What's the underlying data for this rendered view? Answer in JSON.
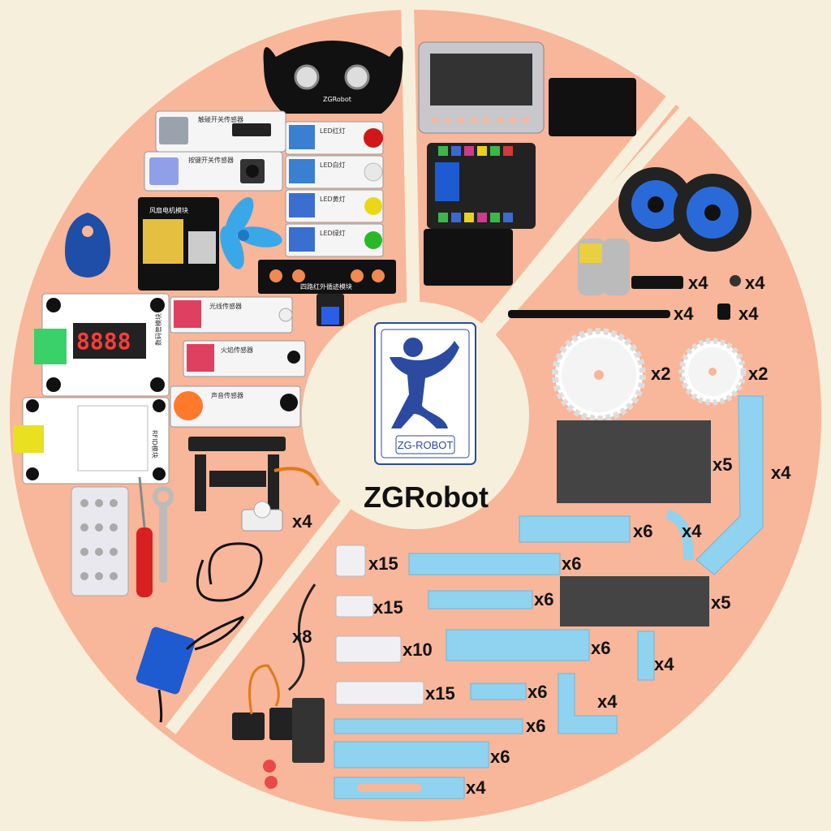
{
  "brand": {
    "name": "ZGRobot",
    "logo_caption": "ZG-ROBOT",
    "board_brand": "ZGRobot"
  },
  "module_texts": {
    "touch_switch": "触碰开关传感器",
    "button_switch": "按键开关传感器",
    "fan_motor": "风扇电机模块",
    "led_red": "LED红灯",
    "led_white": "LED白灯",
    "led_yellow": "LED黄灯",
    "led_green": "LED绿灯",
    "line_tracker": "四路红外循迹模块",
    "light_sensor": "光线传感器",
    "flame_sensor": "火焰传感器",
    "sound_sensor": "声音传感器",
    "digital_tube": "数码管模块",
    "display_digits": "8888",
    "rfid": "RFID模块"
  },
  "quantities": {
    "caster": "x4",
    "motor_bracket": "x4",
    "nut": "x4",
    "axle": "x4",
    "coupler": "x4",
    "gear_large": "x2",
    "gear_small": "x2",
    "plate_large": "x5",
    "beam_bent": "x4",
    "beam_6_a": "x6",
    "arc": "x4",
    "block_1": "x15",
    "beam_6_b": "x6",
    "block_2": "x15",
    "beam_6_c": "x6",
    "plate_grid": "x5",
    "cable": "x8",
    "block_3": "x10",
    "beam_6_d": "x6",
    "beam_short": "x4",
    "block_4": "x15",
    "beam_6_e": "x6",
    "l_beam": "x4",
    "beam_6_f": "x6",
    "beam_6_g": "x6",
    "slot_beam": "x4"
  },
  "colors": {
    "background": "#f6efdc",
    "disc": "#f8b69a",
    "divider": "#f6efdc",
    "beam_blue": "#8fd3f0",
    "logo_blue": "#2b4aa0"
  }
}
